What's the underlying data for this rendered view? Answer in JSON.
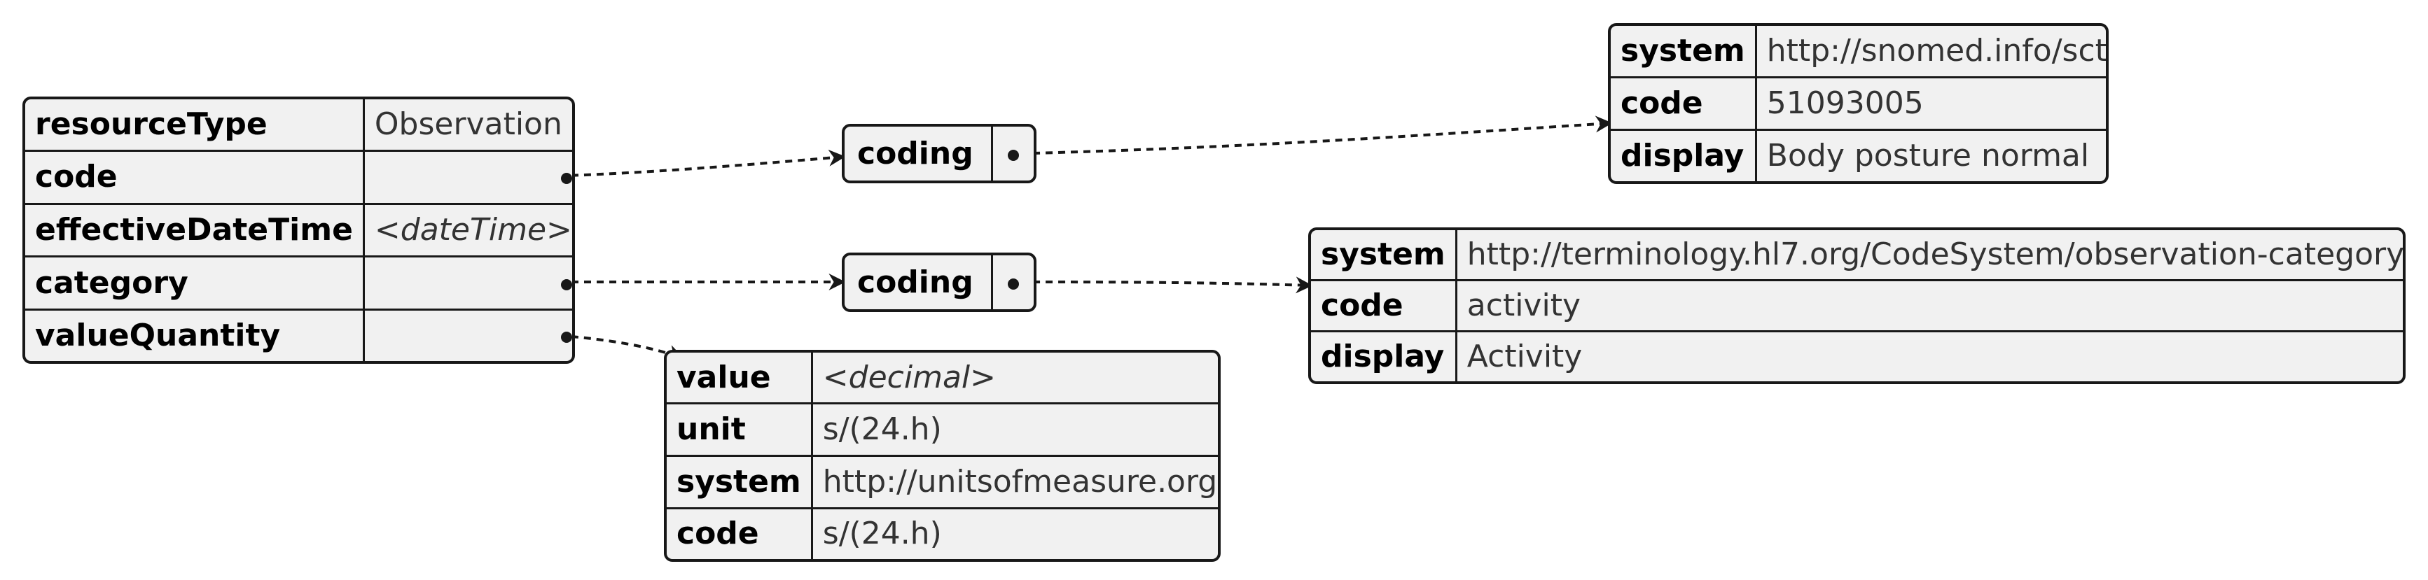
{
  "observation": {
    "rows": [
      {
        "key": "resourceType",
        "value": "Observation"
      },
      {
        "key": "code",
        "value": "•"
      },
      {
        "key": "effectiveDateTime",
        "value": "<dateTime>"
      },
      {
        "key": "category",
        "value": "•"
      },
      {
        "key": "valueQuantity",
        "value": "•"
      }
    ]
  },
  "code_coding": {
    "label": "coding"
  },
  "category_coding": {
    "label": "coding"
  },
  "code_coding_detail": {
    "rows": [
      {
        "key": "system",
        "value": "http://snomed.info/sct"
      },
      {
        "key": "code",
        "value": "51093005"
      },
      {
        "key": "display",
        "value": "Body posture normal"
      }
    ]
  },
  "category_coding_detail": {
    "rows": [
      {
        "key": "system",
        "value": "http://terminology.hl7.org/CodeSystem/observation-category"
      },
      {
        "key": "code",
        "value": "activity"
      },
      {
        "key": "display",
        "value": "Activity"
      }
    ]
  },
  "value_quantity": {
    "rows": [
      {
        "key": "value",
        "value": "<decimal>"
      },
      {
        "key": "unit",
        "value": "s/(24.h)"
      },
      {
        "key": "system",
        "value": "http://unitsofmeasure.org"
      },
      {
        "key": "code",
        "value": "s/(24.h)"
      }
    ]
  },
  "colors": {
    "box_fill": "#f1f1f1",
    "border": "#181818"
  }
}
